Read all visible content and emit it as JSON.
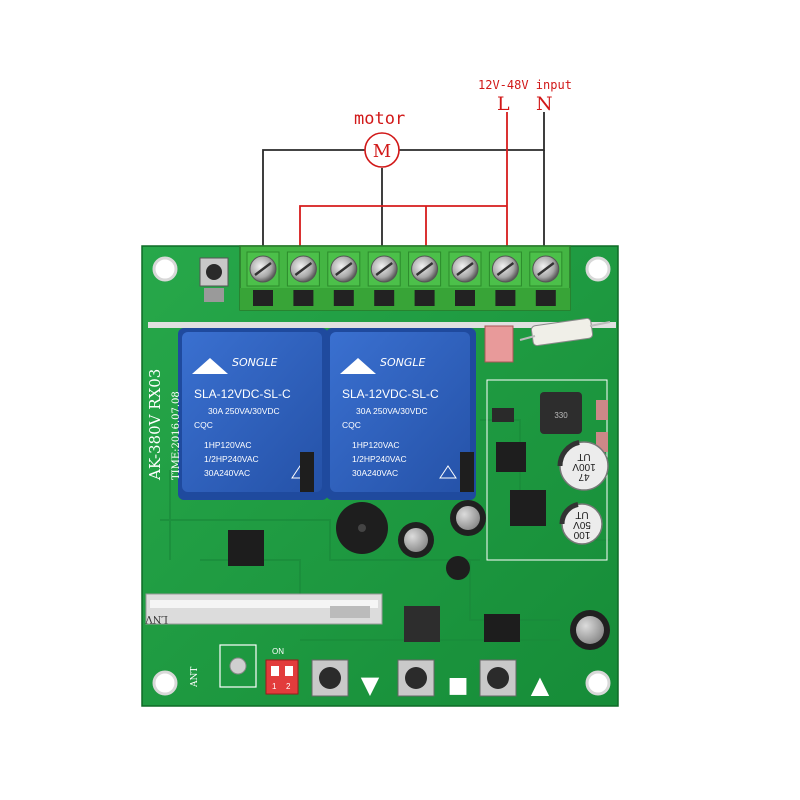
{
  "wiring": {
    "motor_label": "motor",
    "motor_symbol": "M",
    "input_label": "12V-48V input",
    "line_label": "L",
    "neutral_label": "N",
    "wire_colors": {
      "black": "#2a2a2a",
      "red": "#d61c1c"
    }
  },
  "relays": [
    {
      "brand": "SONGLE",
      "model": "SLA-12VDC-SL-C",
      "rating": "30A 250VA/30VDC",
      "cert": "CQC",
      "spec1": "1HP120VAC",
      "spec2": "1/2HP240VAC",
      "spec3": "30A240VAC"
    },
    {
      "brand": "SONGLE",
      "model": "SLA-12VDC-SL-C",
      "rating": "30A 250VA/30VDC",
      "cert": "CQC",
      "spec1": "1HP120VAC",
      "spec2": "1/2HP240VAC",
      "spec3": "30A240VAC"
    }
  ],
  "board": {
    "model_text": "AK-380V RX03",
    "time_text": "TIME:2016.07.08",
    "antenna_label": "ANT",
    "antenna_module_label": "LNV",
    "dip_label": "ON",
    "dip_switch_1": "1",
    "dip_switch_2": "2",
    "capacitors": [
      {
        "line1": "47",
        "line2": "100V",
        "line3": "UT"
      },
      {
        "line1": "100",
        "line2": "50V",
        "line3": "UT"
      }
    ],
    "inductor_text": "330",
    "colors": {
      "pcb": "#1f9a3f",
      "pcb_dark": "#137a2e",
      "terminal": "#3fb53f",
      "relay": "#2f63c4"
    }
  },
  "controls": {
    "down_symbol": "▼",
    "stop_symbol": "■",
    "up_symbol": "▲"
  }
}
